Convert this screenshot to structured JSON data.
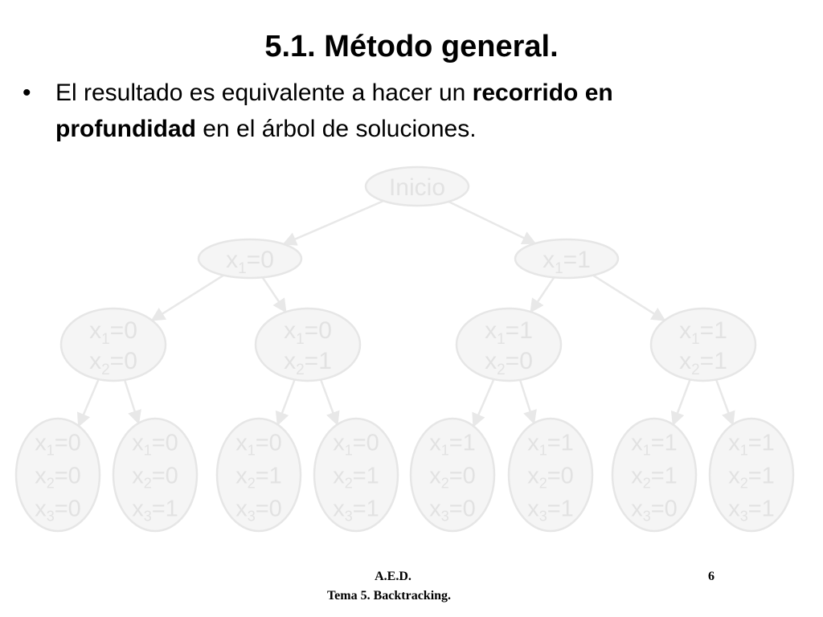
{
  "slide": {
    "title": "5.1. Método general.",
    "bullet": {
      "part1": "El resultado es equivalente a hacer un ",
      "bold1": "recorrido en",
      "bold2": "profundidad",
      "part2": " en el árbol de soluciones."
    }
  },
  "tree": {
    "root": {
      "label": "Inicio"
    },
    "level1": [
      {
        "lines": [
          {
            "v": "x",
            "s": "1",
            "val": "=0"
          }
        ]
      },
      {
        "lines": [
          {
            "v": "x",
            "s": "1",
            "val": "=1"
          }
        ]
      }
    ],
    "level2": [
      {
        "lines": [
          {
            "v": "x",
            "s": "1",
            "val": "=0"
          },
          {
            "v": "x",
            "s": "2",
            "val": "=0"
          }
        ]
      },
      {
        "lines": [
          {
            "v": "x",
            "s": "1",
            "val": "=0"
          },
          {
            "v": "x",
            "s": "2",
            "val": "=1"
          }
        ]
      },
      {
        "lines": [
          {
            "v": "x",
            "s": "1",
            "val": "=1"
          },
          {
            "v": "x",
            "s": "2",
            "val": "=0"
          }
        ]
      },
      {
        "lines": [
          {
            "v": "x",
            "s": "1",
            "val": "=1"
          },
          {
            "v": "x",
            "s": "2",
            "val": "=1"
          }
        ]
      }
    ],
    "level3": [
      {
        "lines": [
          {
            "v": "x",
            "s": "1",
            "val": "=0"
          },
          {
            "v": "x",
            "s": "2",
            "val": "=0"
          },
          {
            "v": "x",
            "s": "3",
            "val": "=0"
          }
        ]
      },
      {
        "lines": [
          {
            "v": "x",
            "s": "1",
            "val": "=0"
          },
          {
            "v": "x",
            "s": "2",
            "val": "=0"
          },
          {
            "v": "x",
            "s": "3",
            "val": "=1"
          }
        ]
      },
      {
        "lines": [
          {
            "v": "x",
            "s": "1",
            "val": "=0"
          },
          {
            "v": "x",
            "s": "2",
            "val": "=1"
          },
          {
            "v": "x",
            "s": "3",
            "val": "=0"
          }
        ]
      },
      {
        "lines": [
          {
            "v": "x",
            "s": "1",
            "val": "=0"
          },
          {
            "v": "x",
            "s": "2",
            "val": "=1"
          },
          {
            "v": "x",
            "s": "3",
            "val": "=1"
          }
        ]
      },
      {
        "lines": [
          {
            "v": "x",
            "s": "1",
            "val": "=1"
          },
          {
            "v": "x",
            "s": "2",
            "val": "=0"
          },
          {
            "v": "x",
            "s": "3",
            "val": "=0"
          }
        ]
      },
      {
        "lines": [
          {
            "v": "x",
            "s": "1",
            "val": "=1"
          },
          {
            "v": "x",
            "s": "2",
            "val": "=0"
          },
          {
            "v": "x",
            "s": "3",
            "val": "=1"
          }
        ]
      },
      {
        "lines": [
          {
            "v": "x",
            "s": "1",
            "val": "=1"
          },
          {
            "v": "x",
            "s": "2",
            "val": "=1"
          },
          {
            "v": "x",
            "s": "3",
            "val": "=0"
          }
        ]
      },
      {
        "lines": [
          {
            "v": "x",
            "s": "1",
            "val": "=1"
          },
          {
            "v": "x",
            "s": "2",
            "val": "=1"
          },
          {
            "v": "x",
            "s": "3",
            "val": "=1"
          }
        ]
      }
    ]
  },
  "footer": {
    "course": "A.E.D.",
    "topic": "Tema 5. Backtracking.",
    "page": "6"
  },
  "colors": {
    "node_fill": "#f5f5f5",
    "node_stroke": "#e6e6e6",
    "node_text": "#e2e2e2",
    "edge": "#e8e8e8"
  }
}
